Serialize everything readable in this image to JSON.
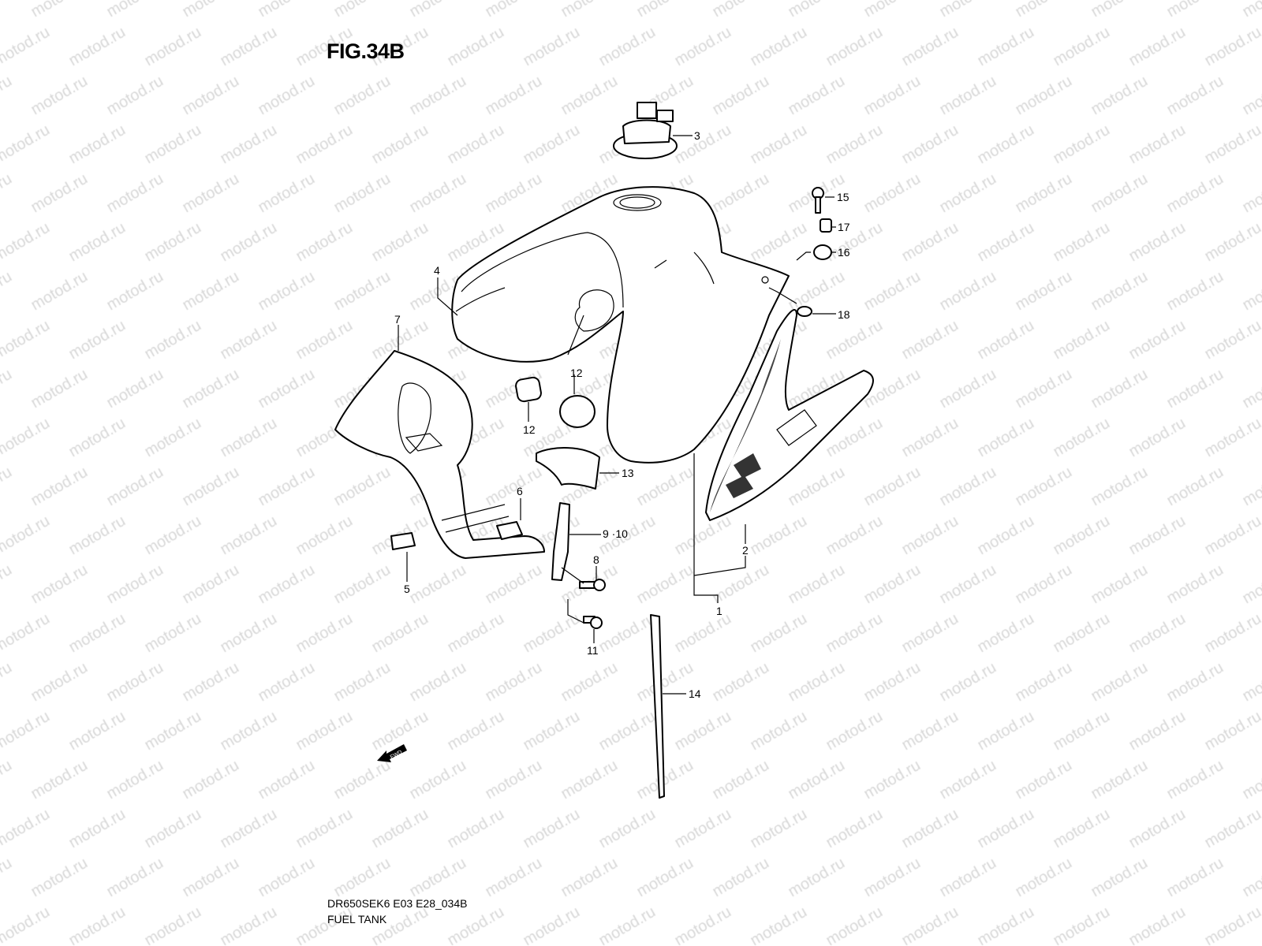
{
  "figure": {
    "title": "FIG.34B",
    "model_code": "DR650SEK6 E03 E28_034B",
    "name": "FUEL TANK"
  },
  "watermark": "motod.ru",
  "fwd_arrow_label": "FWD",
  "callouts": {
    "c1": "1",
    "c2": "2",
    "c3": "3",
    "c4": "4",
    "c5": "5",
    "c6": "6",
    "c7": "7",
    "c8": "8",
    "c9_10": "9 ·10",
    "c11": "11",
    "c12a": "12",
    "c12b": "12",
    "c13": "13",
    "c14": "14",
    "c15": "15",
    "c16": "16",
    "c17": "17",
    "c18": "18"
  },
  "colors": {
    "line": "#000000",
    "watermark": "#d8d8d8",
    "background": "#ffffff"
  }
}
